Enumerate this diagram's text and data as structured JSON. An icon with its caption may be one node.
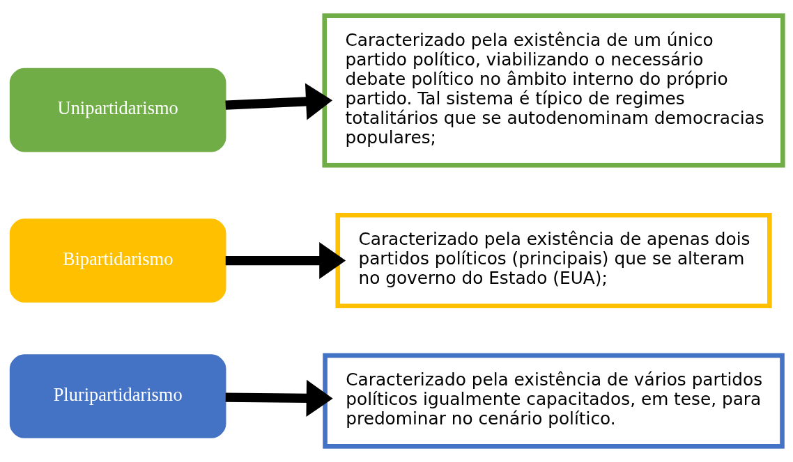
{
  "diagram": {
    "nodes": [
      {
        "text": [
          "Unipartidarismo"
        ]
      },
      {
        "text": [
          "Caracterizado pela existência de um único partido político, viabilizando o necessário debate político no âmbito interno do próprio partido. Tal sistema é típico de regimes totalitários que se autodenominam democracias populares;"
        ]
      },
      {
        "text": [
          "Bipartidarismo"
        ]
      },
      {
        "text": [
          "Caracterizado pela existência de apenas dois partidos políticos (principais) que se alteram no governo do Estado (EUA);"
        ]
      },
      {
        "text": [
          "Pluripartidarismo"
        ]
      },
      {
        "text": [
          "Caracterizado pela existência de vários partidos políticos igualmente capacitados, em tese, para predominar no cenário político."
        ]
      }
    ],
    "edges": [
      {
        "from": 0,
        "to": 1,
        "arrow": "to"
      },
      {
        "from": 2,
        "to": 3,
        "arrow": "to"
      },
      {
        "from": 4,
        "to": 5,
        "arrow": "to"
      }
    ]
  }
}
